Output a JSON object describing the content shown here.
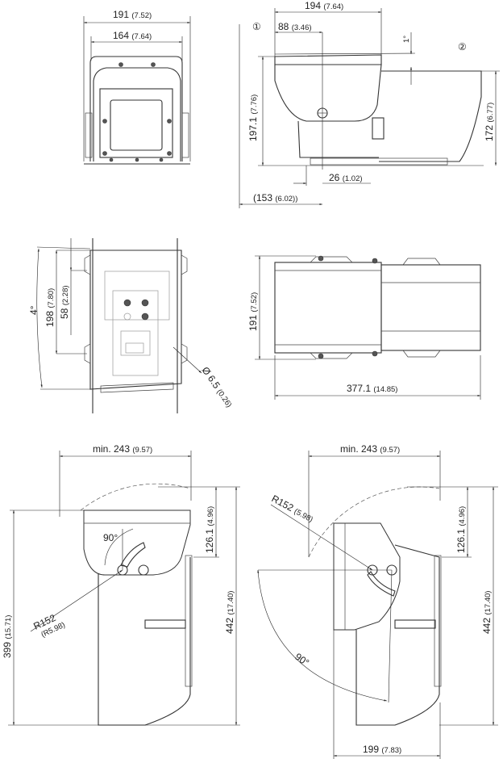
{
  "callouts": {
    "one": "①",
    "two": "②"
  },
  "front_view": {
    "width_outer": {
      "value": "191",
      "inch": "(7.52)"
    },
    "width_inner": {
      "value": "164",
      "inch": "(7.64)"
    }
  },
  "side_view": {
    "length": {
      "value": "194",
      "inch": "(7.64)"
    },
    "offset": {
      "value": "88",
      "inch": "(3.46)"
    },
    "angle": "1°",
    "height_front": {
      "value": "197.1",
      "inch": "(7.76)"
    },
    "height_rear": {
      "value": "172",
      "inch": "(6.77)"
    },
    "foot": {
      "value": "26",
      "inch": "(1.02)"
    },
    "base": {
      "value": "(153",
      "inch": "(6.02))"
    }
  },
  "mounting_plate": {
    "angle": "4°",
    "height": {
      "value": "198",
      "inch": "(7.80)"
    },
    "hole_offset": {
      "value": "58",
      "inch": "(2.28)"
    },
    "hole_diameter": {
      "value": "Ø 6.5",
      "inch": "(0.26)"
    }
  },
  "top_view": {
    "width": {
      "value": "191",
      "inch": "(7.52)"
    },
    "length": {
      "value": "377.1",
      "inch": "(14.85)"
    }
  },
  "tilt_left": {
    "min_width": {
      "value": "min. 243",
      "inch": "(9.57)"
    },
    "radius": {
      "value": "R152",
      "inch": "(R5.98)"
    },
    "angle": "90°",
    "top_offset": {
      "value": "126.1",
      "inch": "(4.96)"
    },
    "height_total": {
      "value": "442",
      "inch": "(17.40)"
    },
    "height_pivot": {
      "value": "399",
      "inch": "(15.71)"
    }
  },
  "tilt_right": {
    "min_width": {
      "value": "min. 243",
      "inch": "(9.57)"
    },
    "radius": {
      "value": "R152",
      "inch": "(5.98)"
    },
    "angle": "90°",
    "top_offset": {
      "value": "126.1",
      "inch": "(4.96)"
    },
    "height_total": {
      "value": "442",
      "inch": "(17.40)"
    },
    "depth": {
      "value": "199",
      "inch": "(7.83)"
    }
  }
}
